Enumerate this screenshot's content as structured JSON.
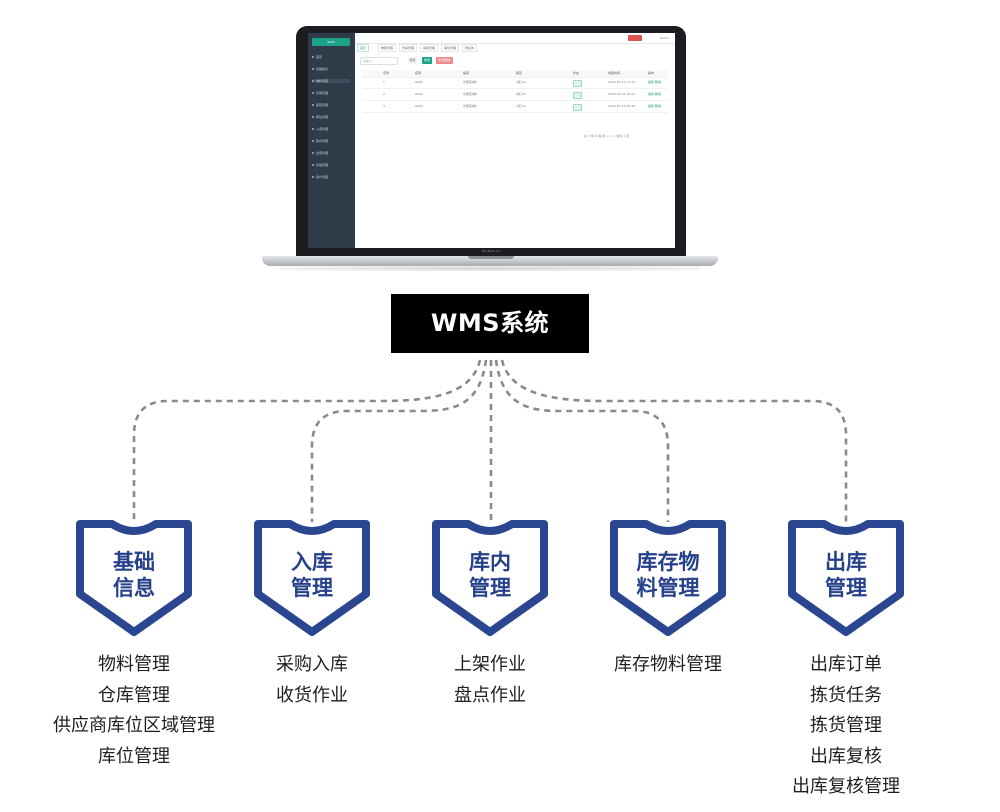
{
  "device": {
    "brand_label": "MacBook Air"
  },
  "screen_app": {
    "logo": "WMS",
    "nav_items": [
      "首页",
      "基础信息",
      "物料管理",
      "仓库管理",
      "库区管理",
      "库位管理",
      "入库管理",
      "库内管理",
      "出库管理",
      "系统管理",
      "用户管理"
    ],
    "tabs": [
      "首页",
      "物料管理",
      "仓库管理",
      "库区管理",
      "库位管理",
      "供应商"
    ],
    "search_placeholder": "请输入",
    "buttons": [
      "搜索",
      "新增",
      "批量删除"
    ],
    "table_headers": [
      "序号",
      "名称",
      "编码",
      "库区",
      "状态",
      "创建时间",
      "操作"
    ],
    "table_rows": [
      [
        "1",
        "A001",
        "仓库区域A",
        "A区-01",
        "",
        "2023-01-11 11:11",
        "编辑 删除"
      ],
      [
        "2",
        "A002",
        "仓库区域B",
        "B区-01",
        "",
        "2023-01-12 10:21",
        "编辑 删除"
      ],
      [
        "3",
        "A003",
        "仓库区域C",
        "C区-01",
        "",
        "2023-01-13 09:32",
        "编辑 删除"
      ]
    ],
    "pagination": "共 3 条  10条/页  <  1  >  前往 1 页",
    "user": "admin"
  },
  "system": {
    "title": "WMS系统"
  },
  "modules": [
    {
      "title_line1": "基础",
      "title_line2": "信息",
      "items": [
        "物料管理",
        "仓库管理",
        "供应商库位区域管理",
        "库位管理"
      ]
    },
    {
      "title_line1": "入库",
      "title_line2": "管理",
      "items": [
        "采购入库",
        "收货作业"
      ]
    },
    {
      "title_line1": "库内",
      "title_line2": "管理",
      "items": [
        "上架作业",
        "盘点作业"
      ]
    },
    {
      "title_line1": "库存物",
      "title_line2": "料管理",
      "items": [
        "库存物料管理"
      ]
    },
    {
      "title_line1": "出库",
      "title_line2": "管理",
      "items": [
        "出库订单",
        "拣货任务",
        "拣货管理",
        "出库复核",
        "出库复核管理"
      ]
    }
  ],
  "colors": {
    "badge_border": "#2b4690",
    "badge_text": "#26418a",
    "connector": "#8a8a8a",
    "system_box": "#000000",
    "accent_green": "#1aa389"
  }
}
